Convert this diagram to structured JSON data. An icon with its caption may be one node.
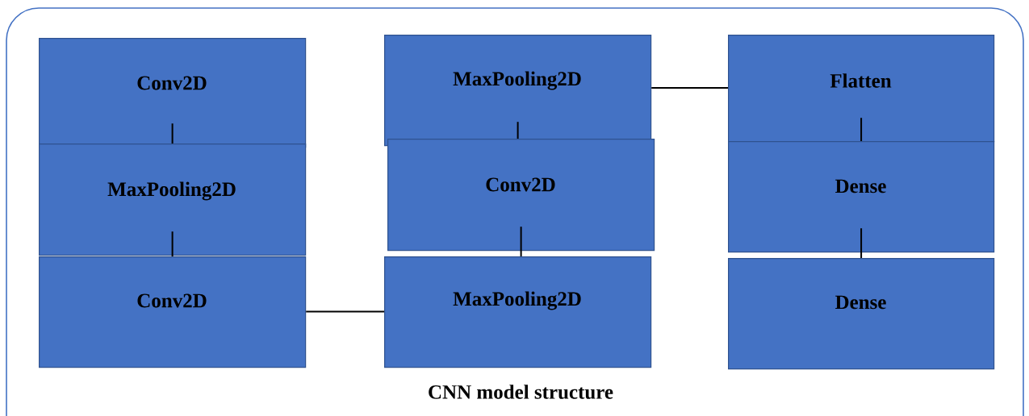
{
  "diagram": {
    "nodes": [
      {
        "text": [
          "CNN model structure"
        ]
      },
      {
        "text": [
          "Conv2D"
        ],
        "in": 0
      },
      {
        "text": [
          "MaxPooling2D"
        ],
        "in": 0
      },
      {
        "text": [
          "Conv2D"
        ],
        "in": 0
      },
      {
        "text": [
          "MaxPooling2D"
        ],
        "in": 0
      },
      {
        "text": [
          "Conv2D"
        ],
        "in": 0
      },
      {
        "text": [
          "MaxPooling2D"
        ],
        "in": 0
      },
      {
        "text": [
          "Flatten"
        ],
        "in": 0
      },
      {
        "text": [
          "Dense"
        ],
        "in": 0
      },
      {
        "text": [
          "Dense"
        ],
        "in": 0
      }
    ],
    "edges": [
      {
        "from": 1,
        "to": 2,
        "arrow": "none"
      },
      {
        "from": 2,
        "to": 3,
        "arrow": "none"
      },
      {
        "from": 3,
        "to": 6,
        "arrow": "none"
      },
      {
        "from": 6,
        "to": 5,
        "arrow": "none"
      },
      {
        "from": 5,
        "to": 4,
        "arrow": "none"
      },
      {
        "from": 4,
        "to": 7,
        "arrow": "none"
      },
      {
        "from": 7,
        "to": 8,
        "arrow": "none"
      },
      {
        "from": 8,
        "to": 9,
        "arrow": "none"
      }
    ]
  }
}
